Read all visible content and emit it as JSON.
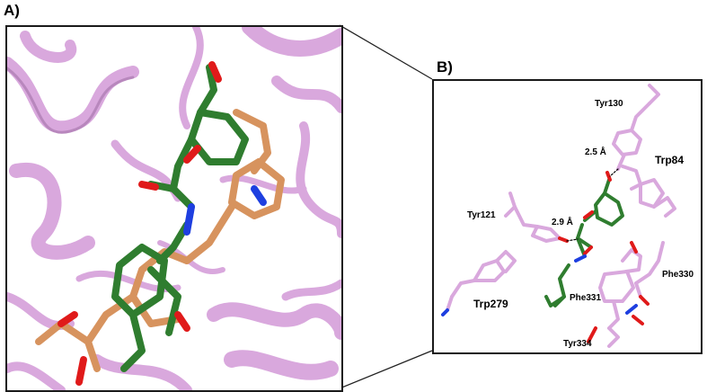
{
  "panels": {
    "a": {
      "letter": "A)"
    },
    "b": {
      "letter": "B)"
    }
  },
  "residues": {
    "tyr130": "Tyr130",
    "trp84": "Trp84",
    "tyr121": "Tyr121",
    "trp279": "Trp279",
    "phe330": "Phe330",
    "phe331": "Phe331",
    "tyr334": "Tyr334"
  },
  "distances": {
    "d1": "2.5 Å",
    "d2": "2.9 Å"
  },
  "colors": {
    "protein_ribbon": "#d9a8dd",
    "ribbon_shadow": "#b887bd",
    "ligand_green": "#2f7d2f",
    "ligand_orange": "#d7935e",
    "oxygen_red": "#e01a1a",
    "nitrogen_blue": "#1e3fe0"
  }
}
